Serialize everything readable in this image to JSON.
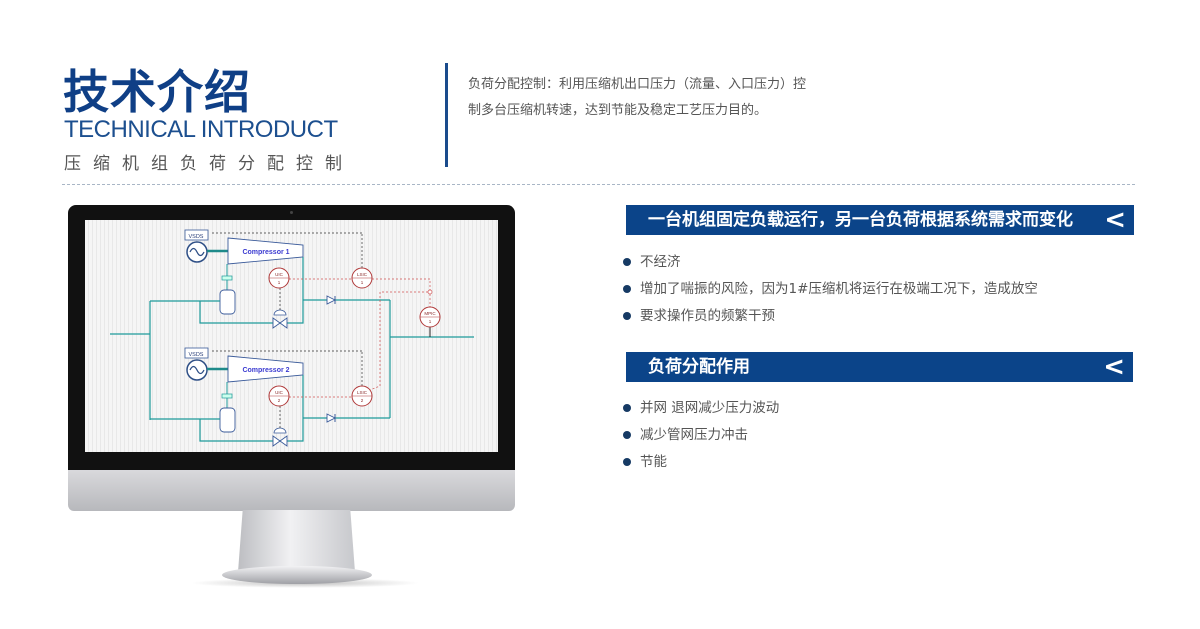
{
  "header": {
    "title": "技术介绍",
    "subtitle_en": "TECHNICAL INTRODUCT",
    "subtitle_cn": "压缩机组负荷分配控制",
    "description": "负荷分配控制：利用压缩机出口压力（流量、入口压力）控制多台压缩机转速，达到节能及稳定工艺压力目的。"
  },
  "diagram": {
    "vsds": "VSDS",
    "compressor1": "Compressor 1",
    "compressor2": "Compressor 2",
    "uic": "UIC",
    "lsic": "LSIC",
    "mpic": "MPIC",
    "n1": "1",
    "n2": "2"
  },
  "sections": [
    {
      "title": "一台机组固定负载运行，另一台负荷根据系统需求而变化",
      "chevron": "<",
      "items": [
        "不经济",
        "增加了喘振的风险，因为1#压缩机将运行在极端工况下，造成放空",
        "要求操作员的频繁干预"
      ]
    },
    {
      "title": "负荷分配作用",
      "chevron": "<",
      "items": [
        "并网 退网减少压力波动",
        "减少管网压力冲击",
        "节能"
      ]
    }
  ],
  "colors": {
    "brand": "#0b4489",
    "pipe": "#1e9a9a",
    "controller": "#c0392b"
  }
}
